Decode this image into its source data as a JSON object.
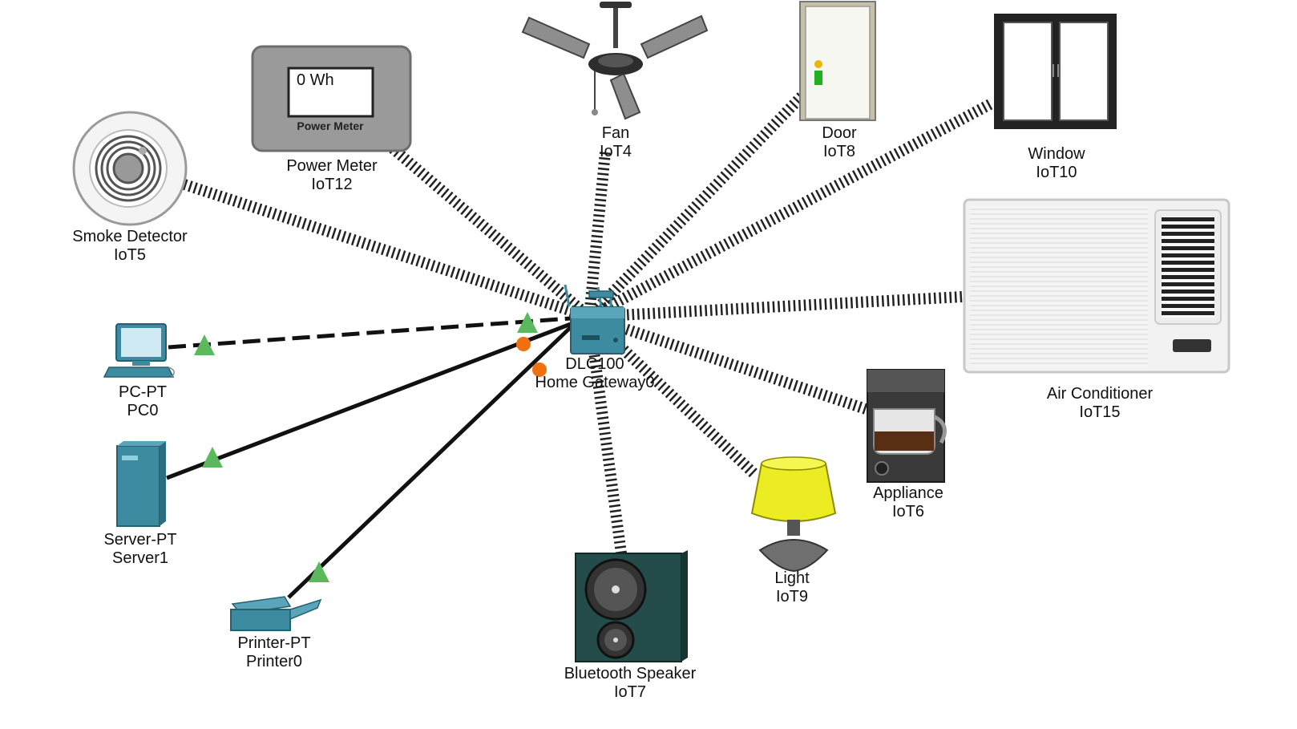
{
  "gateway": {
    "type_label": "DLC100",
    "name_label": "Home Gateway0"
  },
  "devices": [
    {
      "id": "smoke",
      "type_label": "Smoke Detector",
      "name_label": "IoT5",
      "link": "wireless"
    },
    {
      "id": "power",
      "type_label": "Power Meter",
      "name_label": "IoT12",
      "link": "wireless",
      "display_value": "0 Wh",
      "panel_label": "Power Meter"
    },
    {
      "id": "fan",
      "type_label": "Fan",
      "name_label": "IoT4",
      "link": "wireless"
    },
    {
      "id": "door",
      "type_label": "Door",
      "name_label": "IoT8",
      "link": "wireless"
    },
    {
      "id": "window",
      "type_label": "Window",
      "name_label": "IoT10",
      "link": "wireless"
    },
    {
      "id": "ac",
      "type_label": "Air Conditioner",
      "name_label": "IoT15",
      "link": "wireless"
    },
    {
      "id": "appliance",
      "type_label": "Appliance",
      "name_label": "IoT6",
      "link": "wireless"
    },
    {
      "id": "light",
      "type_label": "Light",
      "name_label": "IoT9",
      "link": "wireless"
    },
    {
      "id": "speaker",
      "type_label": "Bluetooth Speaker",
      "name_label": "IoT7",
      "link": "wireless"
    },
    {
      "id": "pc",
      "type_label": "PC-PT",
      "name_label": "PC0",
      "link": "wired-dashed"
    },
    {
      "id": "server",
      "type_label": "Server-PT",
      "name_label": "Server1",
      "link": "wired"
    },
    {
      "id": "printer",
      "type_label": "Printer-PT",
      "name_label": "Printer0",
      "link": "wired"
    }
  ],
  "colors": {
    "link_up": "#5cb85c",
    "link_down": "#f07010",
    "device_teal": "#3d8ba0",
    "cable": "#111111"
  }
}
